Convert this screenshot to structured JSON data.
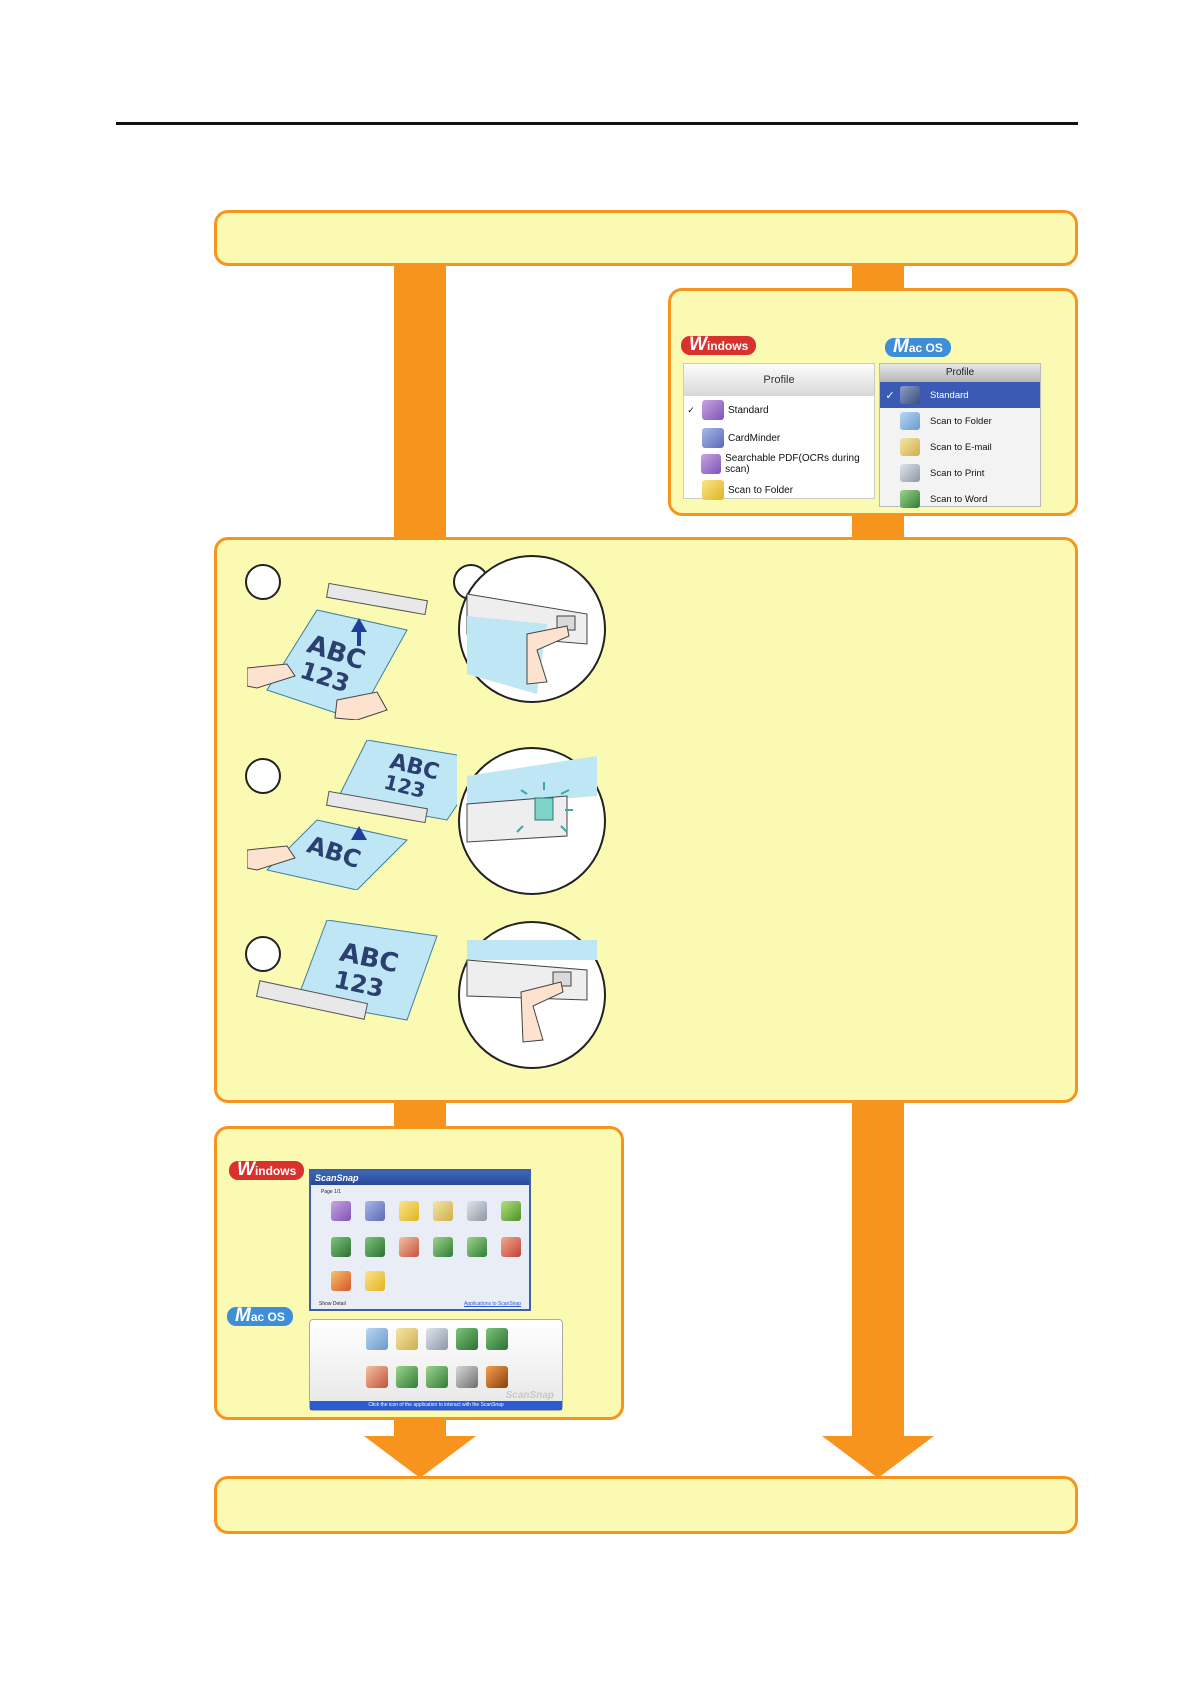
{
  "windows_profile_menu": {
    "badge_first": "W",
    "badge_rest": "indows",
    "header": "Profile",
    "items": [
      {
        "label": "Standard",
        "checked": "✓"
      },
      {
        "label": "CardMinder",
        "checked": ""
      },
      {
        "label": "Searchable PDF(OCRs during scan)",
        "checked": ""
      },
      {
        "label": "Scan to Folder",
        "checked": ""
      }
    ]
  },
  "mac_profile_menu": {
    "badge_first": "M",
    "badge_rest": "ac OS",
    "header": "Profile",
    "items": [
      {
        "label": "Standard",
        "checked": "✓",
        "selected": true
      },
      {
        "label": "Scan to Folder",
        "checked": "",
        "selected": false
      },
      {
        "label": "Scan to E-mail",
        "checked": "",
        "selected": false
      },
      {
        "label": "Scan to Print",
        "checked": "",
        "selected": false
      },
      {
        "label": "Scan to Word",
        "checked": "",
        "selected": false
      }
    ]
  },
  "illustration_text": {
    "line1": "ABC",
    "line2": "123"
  },
  "quick_menu": {
    "windows_badge_first": "W",
    "windows_badge_rest": "indows",
    "mac_badge_first": "M",
    "mac_badge_rest": "ac OS",
    "windows_title": "ScanSnap",
    "windows_tab": "Page 1/1",
    "windows_footer_left": "Show Detail",
    "windows_footer_right": "Applications to ScanSnap",
    "mac_watermark": "ScanSnap",
    "mac_footer": "Click the icon of the application to interact with the ScanSnap"
  },
  "colors": {
    "box_fill": "#fbfab2",
    "box_border": "#f7941d",
    "arrow": "#f7941d",
    "paper": "#bfe6f5",
    "mac_selection": "#3a5ab4"
  }
}
